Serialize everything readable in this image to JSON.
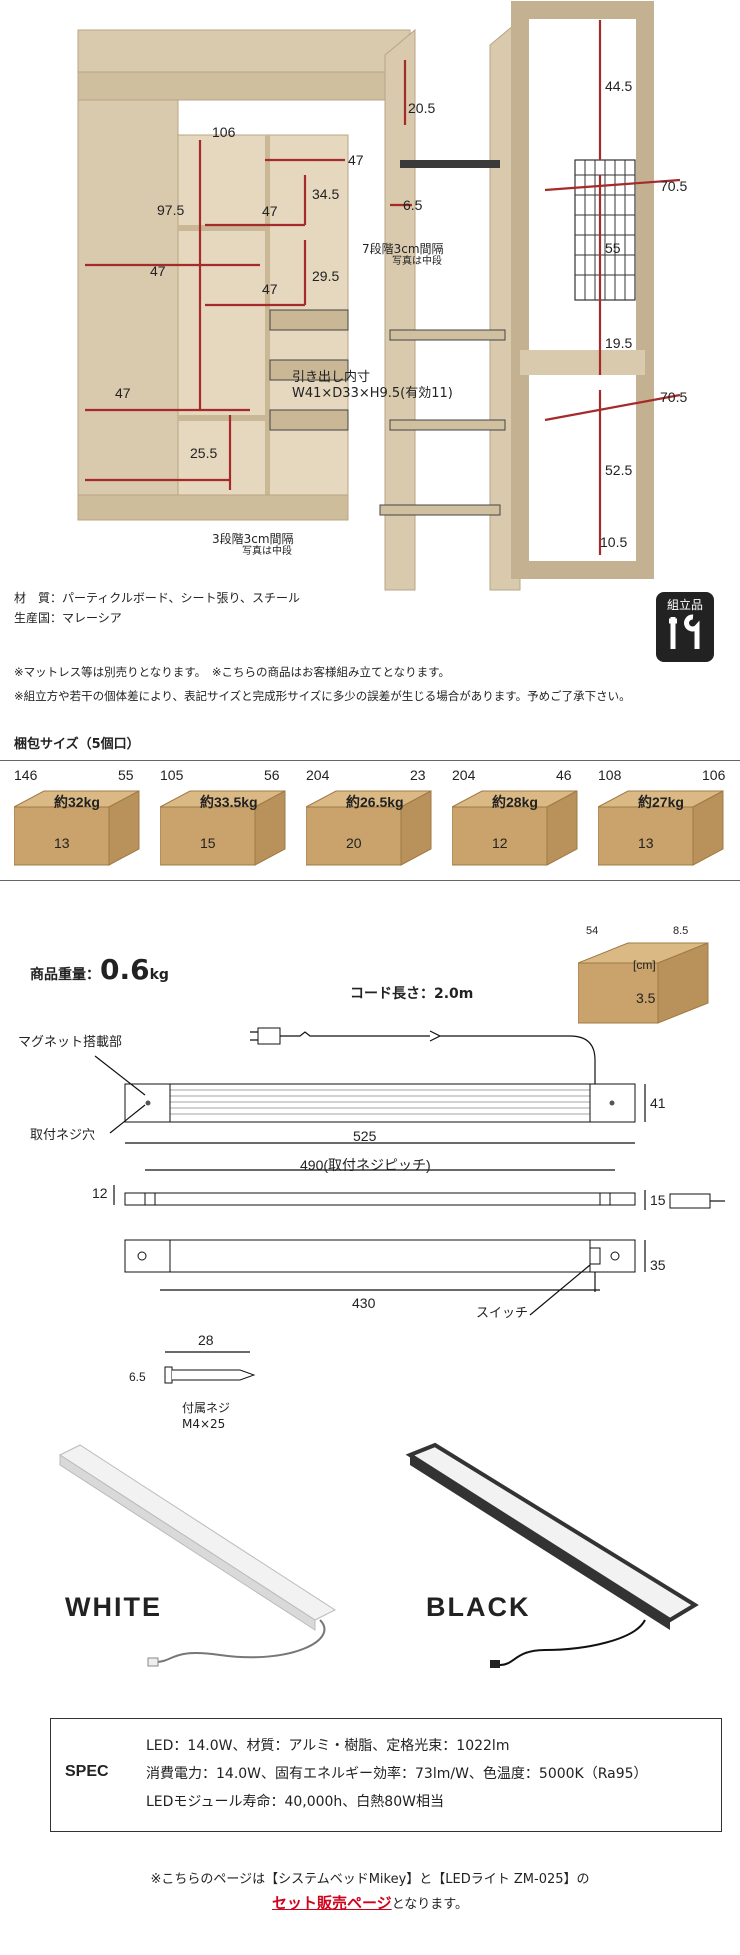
{
  "bed": {
    "dims": [
      "106",
      "47",
      "97.5",
      "47",
      "34.5",
      "47",
      "29.5",
      "47",
      "47",
      "25.5",
      "20.5",
      "6.5",
      "44.5",
      "70.5",
      "55",
      "19.5",
      "70.5",
      "52.5",
      "10.5"
    ],
    "note_stairs_title": "7段階3cm間隔",
    "note_stairs_sub": "写真は中段",
    "note_drawer_title": "引き出し内寸",
    "note_drawer_dim": "W41×D33×H9.5(有効11)",
    "note_shelf_title": "3段階3cm間隔",
    "note_shelf_sub": "写真は中段"
  },
  "materials": {
    "line1": "材　質：パーティクルボード、シート張り、スチール",
    "line2": "生産国：マレーシア",
    "badge": "組立品"
  },
  "notices": {
    "line1": "※マットレス等は別売りとなります。　※こちらの商品はお客様組み立てとなります。",
    "line2": "※組立方や若干の個体差により、表記サイズと完成形サイズに多少の誤差が生じる場合があります。予めご了承下さい。"
  },
  "packages": {
    "title": "梱包サイズ（5個口）",
    "items": [
      {
        "w": "146",
        "d": "55",
        "weight": "約32kg",
        "h": "13"
      },
      {
        "w": "105",
        "d": "56",
        "weight": "約33.5kg",
        "h": "15"
      },
      {
        "w": "204",
        "d": "23",
        "weight": "約26.5kg",
        "h": "20"
      },
      {
        "w": "204",
        "d": "46",
        "weight": "約28kg",
        "h": "12"
      },
      {
        "w": "108",
        "d": "106",
        "weight": "約27kg",
        "h": "13"
      }
    ]
  },
  "light": {
    "weight_label": "商品重量：",
    "weight_value": "0.6",
    "weight_unit": "kg",
    "box_w": "54",
    "box_d": "8.5",
    "box_unit": "[cm]",
    "box_h": "3.5",
    "cord": "コード長さ：2.0m",
    "magnet": "マグネット搭載部",
    "screw_hole": "取付ネジ穴",
    "d41": "41",
    "d525": "525",
    "d490": "490(取付ネジピッチ)",
    "d12": "12",
    "d15": "15",
    "d35": "35",
    "d430": "430",
    "switch": "スイッチ",
    "d28": "28",
    "d65": "6.5",
    "screw_label1": "付属ネジ",
    "screw_label2": "M4×25"
  },
  "colors": {
    "white": "WHITE",
    "black": "BLACK"
  },
  "spec": {
    "heading": "SPEC",
    "line1": "LED：14.0W、材質：アルミ・樹脂、定格光束：1022lm",
    "line2": "消費電力：14.0W、固有エネルギー効率：73lm/W、色温度：5000K（Ra95）",
    "line3": "LEDモジュール寿命：40,000h、白熱80W相当"
  },
  "footer": {
    "line1": "※こちらのページは【システムベッドMikey】と【LEDライト ZM-025】の",
    "highlight": "セット販売ページ",
    "line2_rest": "となります。"
  },
  "palette": {
    "wood": "#d9c9ad",
    "wood_dark": "#b9a585",
    "accent_measure": "#a52a2a",
    "box": "#c9a36b",
    "footer_red": "#d0021b"
  }
}
